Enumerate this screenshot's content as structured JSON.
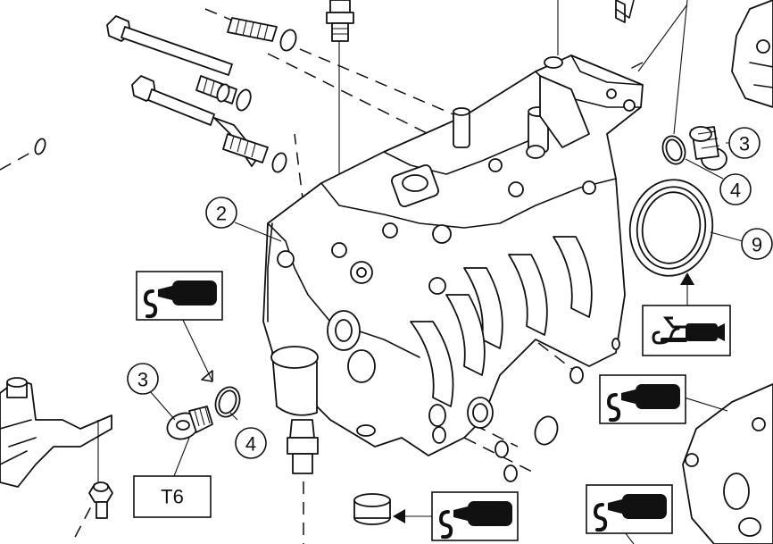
{
  "callouts": [
    {
      "id": "c2",
      "label": "2"
    },
    {
      "id": "c3-right",
      "label": "3"
    },
    {
      "id": "c4-right",
      "label": "4"
    },
    {
      "id": "c9",
      "label": "9"
    },
    {
      "id": "c3-left",
      "label": "3"
    },
    {
      "id": "c4-left",
      "label": "4"
    }
  ],
  "torque_box": {
    "label": "T6"
  },
  "icons": {
    "sealant": "sealant-tube-icon",
    "grease": "grease-gun-icon"
  }
}
